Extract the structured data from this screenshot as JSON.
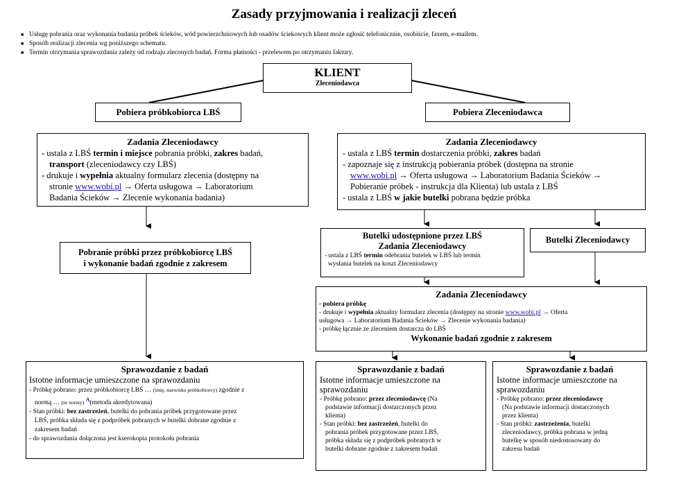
{
  "title": "Zasady przyjmowania i realizacji zleceń",
  "bullets": [
    "Usługę pobrania oraz wykonania badania próbek ścieków, wód powierzchniowych  lub osadów ściekowych klient może zgłosić telefonicznie, osobiście, faxem, e-mailem.",
    "Sposób realizacji zlecenia wg poniższego schematu.",
    "Termin otrzymania sprawozdania zależy od rodzaju zleconych badań.  Forma płatności - przelewem po otrzymaniu faktury."
  ],
  "client": {
    "title": "KLIENT",
    "subtitle": "Zleceniodawca"
  },
  "left_branch": {
    "header": "Pobiera próbkobiorca LBŚ",
    "tasks_title": "Zadania Zleceniodawcy",
    "t1_dash": "- ",
    "t1_a": "ustala z LBŚ ",
    "t1_b": "termin i miejsce",
    "t1_c": " pobrania próbki, ",
    "t1_d": "zakres",
    "t1_e": " badań,",
    "t1_f": "transport",
    "t1_g": " (zleceniodawcy czy LBŚ)",
    "t2_dash": "- ",
    "t2_a": "drukuje i ",
    "t2_b": "wypełnia",
    "t2_c": " aktualny formularz zlecenia (dostępny na",
    "t2_d": "stronie ",
    "t2_link": "www.wobi.pl",
    "t2_e": " → Oferta usługowa → Laboratorium",
    "t2_f": "Badania Ścieków → Zlecenie wykonania badania)",
    "sampling_l1": "Pobranie próbki przez próbkobiorcę LBŚ",
    "sampling_l2": "i wykonanie badań zgodnie z zakresem",
    "report": {
      "title": "Sprawozdanie z badań",
      "intro": "Istotne informacje umieszczone na sprawozdaniu",
      "r1_a": "- Próbkę pobrano: przez próbkobiorcę LBŚ … ",
      "r1_b": "(imię, nazwisko próbkobiorcy)",
      "r1_c": " zgodnie z",
      "r1_d": "normą … ",
      "r1_e": "(nr normy)",
      "r1_f": " ",
      "r1_sup": "A",
      "r1_g": "(metoda akredytowana)",
      "r2_a": "- Stan próbki: ",
      "r2_b": "bez zastrzeżeń",
      "r2_c": ",  butelki do pobrania próbek przygotowane przez",
      "r2_d": "LBŚ, próbka składa się z podpróbek pobranych w butelki dobrane zgodnie z",
      "r2_e": "zakresem badań",
      "r3": "- do sprawozdania dołączona jest kserokopia protokołu pobrania"
    }
  },
  "right_branch": {
    "header": "Pobiera Zleceniodawca",
    "tasks_title": "Zadania Zleceniodawcy",
    "t1_a": "- ustala z LBŚ ",
    "t1_b": "termin",
    "t1_c": " dostarczenia próbki, ",
    "t1_d": "zakres",
    "t1_e": " badań",
    "t2_a": "- zapoznaje się z instrukcją pobierania próbek (dostępna na stronie",
    "t2_link": "www.wobi.pl",
    "t2_b": " → Oferta usługowa → Laboratorium Badania Ścieków →",
    "t2_c": "Pobieranie próbek - instrukcja dla Klienta) lub ustala z LBŚ",
    "t3_a": "- ustala z LBŚ ",
    "t3_b": "w jakie butelki",
    "t3_c": " pobrana będzie próbka",
    "bottles_lbs": {
      "title1": "Butelki udostępnione przez LBŚ",
      "title2": "Zadania Zleceniodawcy",
      "l1_a": "- ustala z LBŚ ",
      "l1_b": "termin",
      "l1_c": " odebrania butelek w LBŚ lub termin",
      "l2": "wysłania butelek na koszt Zleceniodawcy"
    },
    "bottles_client": "Butelki Zleceniodawcy",
    "tasks2": {
      "title": "Zadania Zleceniodawcy",
      "l1": "- pobiera próbkę",
      "l2_a": "- drukuje i ",
      "l2_b": "wypełnia",
      "l2_c": " aktualny formularz zlecenia (dostępny na stronie ",
      "l2_link": "www.wobi.pl",
      "l2_d": " → Oferta",
      "l3": "usługowa → Laboratorium Badania Ścieków → Zlecenie wykonania badania)",
      "l4": "- próbkę łącznie ze zleceniem dostarcza do LBŚ",
      "footer": "Wykonanie badań zgodnie z zakresem"
    },
    "report_lbs": {
      "title": "Sprawozdanie z badań",
      "intro1": "Istotne informacje umieszczone na",
      "intro2": "sprawozdaniu",
      "r1_a": "- Próbkę pobrano: ",
      "r1_b": "przez zleceniodawcę",
      "r1_c": " (Na",
      "r1_d": "podstawie informacji dostarczonych przez",
      "r1_e": "klienta)",
      "r2_a": "- Stan próbki: ",
      "r2_b": "bez zastrzeżeń",
      "r2_c": ",  butelki do",
      "r2_d": "pobrania próbek przygotowane przez LBŚ,",
      "r2_e": "próbka składa się z podpróbek pobranych w",
      "r2_f": "butelki dobrane zgodnie z zakresem badań"
    },
    "report_client": {
      "title": "Sprawozdanie z badań",
      "intro1": "Istotne informacje umieszczone na",
      "intro2": "sprawozdaniu",
      "r1_a": "- Próbkę pobrano: ",
      "r1_b": "przez zleceniodawcę",
      "r1_c": "(Na podstawie informacji dostarczonych",
      "r1_d": "przez  klienta)",
      "r2_a": "- Stan próbki: ",
      "r2_b": "zastrzeżenia",
      "r2_c": ",  butelki",
      "r2_d": "zleceniodawcy, próbka pobrana w jedną",
      "r2_e": "butelkę w sposób niedostosowany do",
      "r2_f": "zakresu badań"
    }
  },
  "colors": {
    "link": "#1a0dab",
    "sup": "#1a0dab"
  }
}
